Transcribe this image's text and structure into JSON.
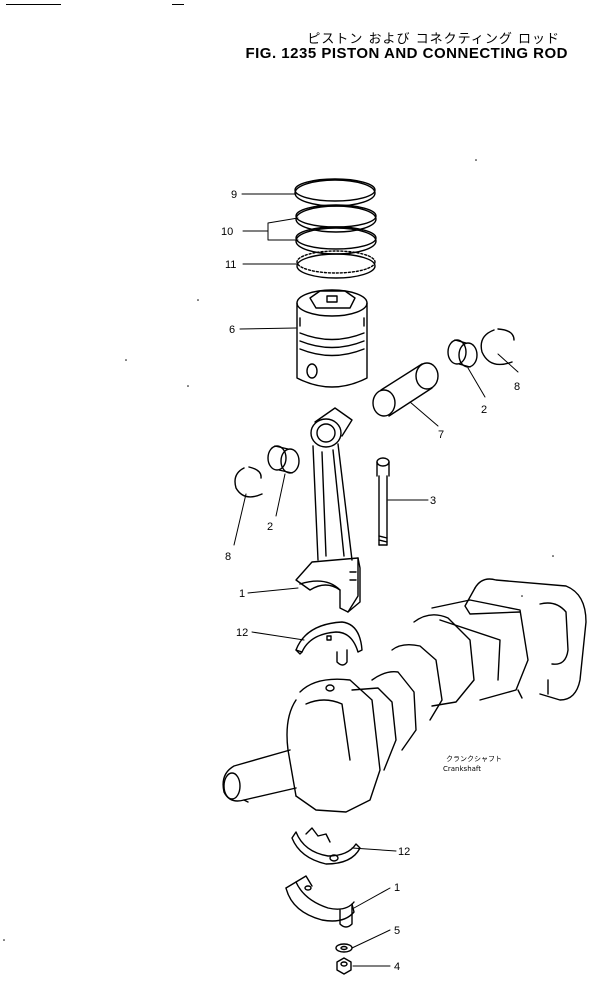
{
  "header": {
    "title_jp": "ピストン および コネクティング ロッド",
    "title_en": "FIG. 1235   PISTON  AND  CONNECTING  ROD"
  },
  "callouts": {
    "c9": "9",
    "c10": "10",
    "c11": "11",
    "c6": "6",
    "c8_right": "8",
    "c2_right": "2",
    "c7": "7",
    "c3": "3",
    "c2_left": "2",
    "c8_left": "8",
    "c1_top": "1",
    "c12_top": "12",
    "c12_bottom": "12",
    "c1_bottom": "1",
    "c5": "5",
    "c4": "4"
  },
  "crankshaft_note": {
    "jp": "クランクシャフト",
    "en": "Crankshaft"
  }
}
